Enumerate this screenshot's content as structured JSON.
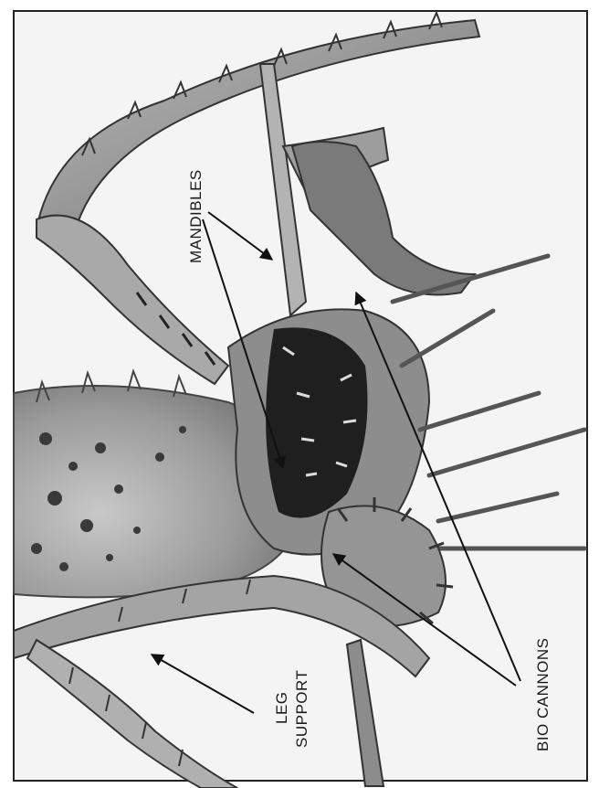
{
  "labels": {
    "mandibles": "MANDIBLES",
    "bio_cannons": "BIO CANNONS",
    "leg_support_line1": "LEG",
    "leg_support_line2": "SUPPORT"
  },
  "colors": {
    "paper": "#ffffff",
    "frame": "#222222",
    "creature_light": "#bdbdbd",
    "creature_mid": "#8a8a8a",
    "creature_dark": "#2e2e2e",
    "leader": "#111111"
  }
}
